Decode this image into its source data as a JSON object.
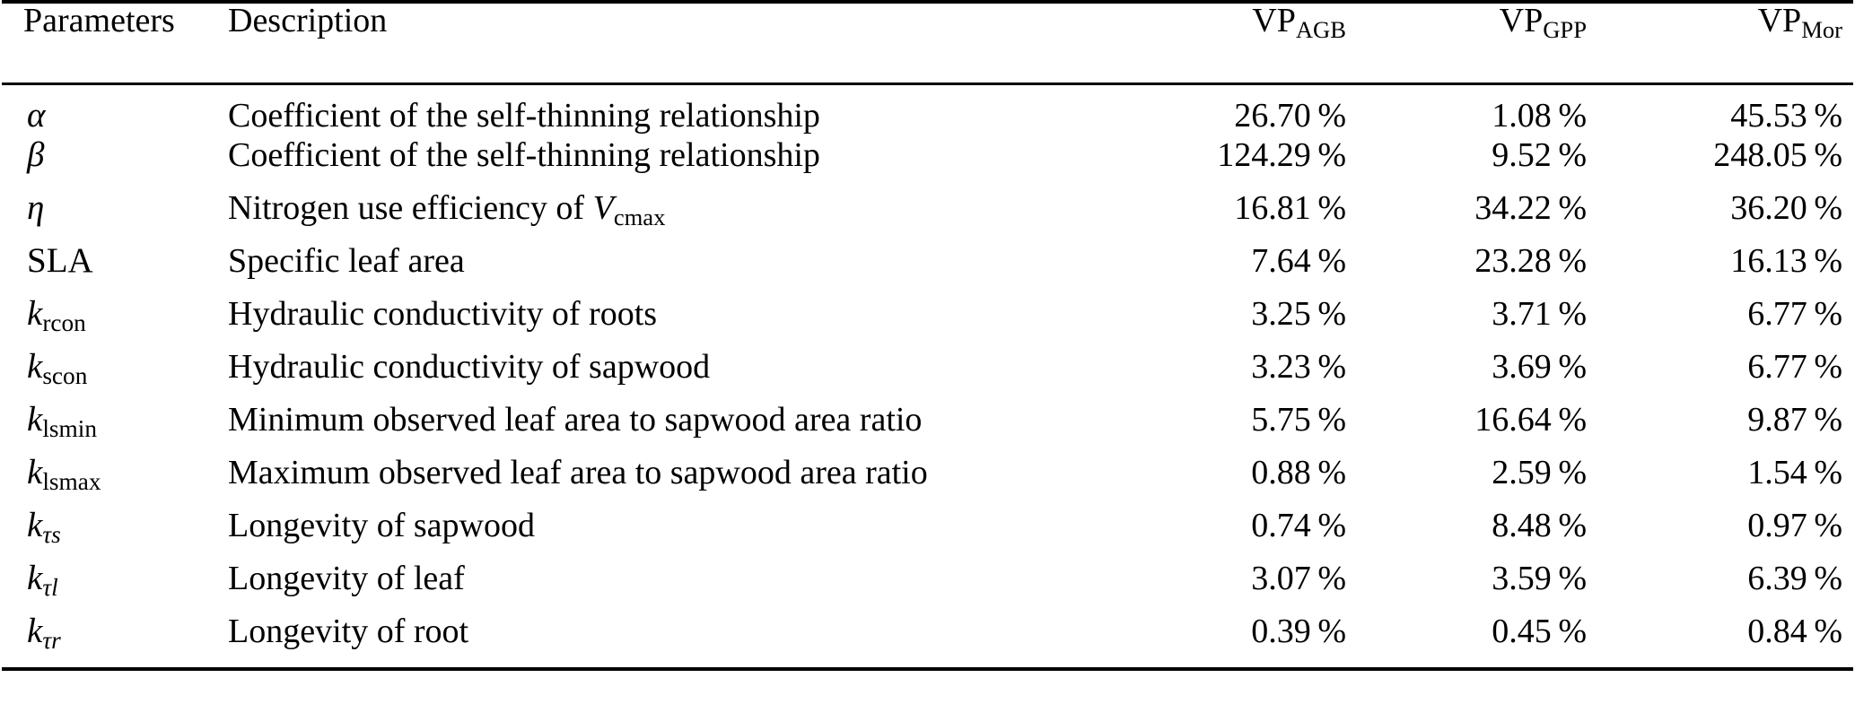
{
  "table": {
    "columns": [
      {
        "key": "parameter",
        "label": "Parameters",
        "align": "left"
      },
      {
        "key": "description",
        "label": "Description",
        "align": "left"
      },
      {
        "key": "vp_agb",
        "label": "VP",
        "sub": "AGB",
        "align": "right"
      },
      {
        "key": "vp_gpp",
        "label": "VP",
        "sub": "GPP",
        "align": "right"
      },
      {
        "key": "vp_mor",
        "label": "VP",
        "sub": "Mor",
        "align": "right"
      }
    ],
    "rows": [
      {
        "symbol": "α",
        "symbol_sub": "",
        "description_pre": "Coefficient of the self-thinning relationship",
        "description_var": "",
        "description_var_sub": "",
        "description_post": "",
        "vp_agb": "26.70 %",
        "vp_gpp": "1.08 %",
        "vp_mor": "45.53 %"
      },
      {
        "symbol": "β",
        "symbol_sub": "",
        "description_pre": "Coefficient of the self-thinning relationship",
        "description_var": "",
        "description_var_sub": "",
        "description_post": "",
        "vp_agb": "124.29 %",
        "vp_gpp": "9.52 %",
        "vp_mor": "248.05 %"
      },
      {
        "symbol": "η",
        "symbol_sub": "",
        "description_pre": "Nitrogen use efficiency of ",
        "description_var": "V",
        "description_var_sub": "cmax",
        "description_post": "",
        "vp_agb": "16.81 %",
        "vp_gpp": "34.22 %",
        "vp_mor": "36.20 %"
      },
      {
        "symbol": "SLA",
        "symbol_sub": "",
        "symbol_roman": true,
        "description_pre": "Specific leaf area",
        "description_var": "",
        "description_var_sub": "",
        "description_post": "",
        "vp_agb": "7.64 %",
        "vp_gpp": "23.28 %",
        "vp_mor": "16.13 %"
      },
      {
        "symbol": "k",
        "symbol_sub": "rcon",
        "description_pre": "Hydraulic conductivity of roots",
        "description_var": "",
        "description_var_sub": "",
        "description_post": "",
        "vp_agb": "3.25 %",
        "vp_gpp": "3.71 %",
        "vp_mor": "6.77 %"
      },
      {
        "symbol": "k",
        "symbol_sub": "scon",
        "description_pre": "Hydraulic conductivity of sapwood",
        "description_var": "",
        "description_var_sub": "",
        "description_post": "",
        "vp_agb": "3.23 %",
        "vp_gpp": "3.69 %",
        "vp_mor": "6.77 %"
      },
      {
        "symbol": "k",
        "symbol_sub": "lsmin",
        "description_pre": "Minimum observed leaf area to sapwood area ratio",
        "description_var": "",
        "description_var_sub": "",
        "description_post": "",
        "vp_agb": "5.75 %",
        "vp_gpp": "16.64 %",
        "vp_mor": "9.87 %"
      },
      {
        "symbol": "k",
        "symbol_sub": "lsmax",
        "description_pre": "Maximum observed leaf area to sapwood area ratio",
        "description_var": "",
        "description_var_sub": "",
        "description_post": "",
        "vp_agb": "0.88 %",
        "vp_gpp": "2.59 %",
        "vp_mor": "1.54 %"
      },
      {
        "symbol": "k",
        "symbol_sub": "τs",
        "symbol_sub_italic": true,
        "description_pre": "Longevity of sapwood",
        "description_var": "",
        "description_var_sub": "",
        "description_post": "",
        "vp_agb": "0.74 %",
        "vp_gpp": "8.48 %",
        "vp_mor": "0.97 %"
      },
      {
        "symbol": "k",
        "symbol_sub": "τl",
        "symbol_sub_italic": true,
        "description_pre": "Longevity of leaf",
        "description_var": "",
        "description_var_sub": "",
        "description_post": "",
        "vp_agb": "3.07 %",
        "vp_gpp": "3.59 %",
        "vp_mor": "6.39 %"
      },
      {
        "symbol": "k",
        "symbol_sub": "τr",
        "symbol_sub_italic": true,
        "description_pre": "Longevity of root",
        "description_var": "",
        "description_var_sub": "",
        "description_post": "",
        "vp_agb": "0.39 %",
        "vp_gpp": "0.45 %",
        "vp_mor": "0.84 %"
      }
    ]
  },
  "style": {
    "text_color": "#000000",
    "background_color": "#ffffff",
    "rule_color": "#000000"
  }
}
